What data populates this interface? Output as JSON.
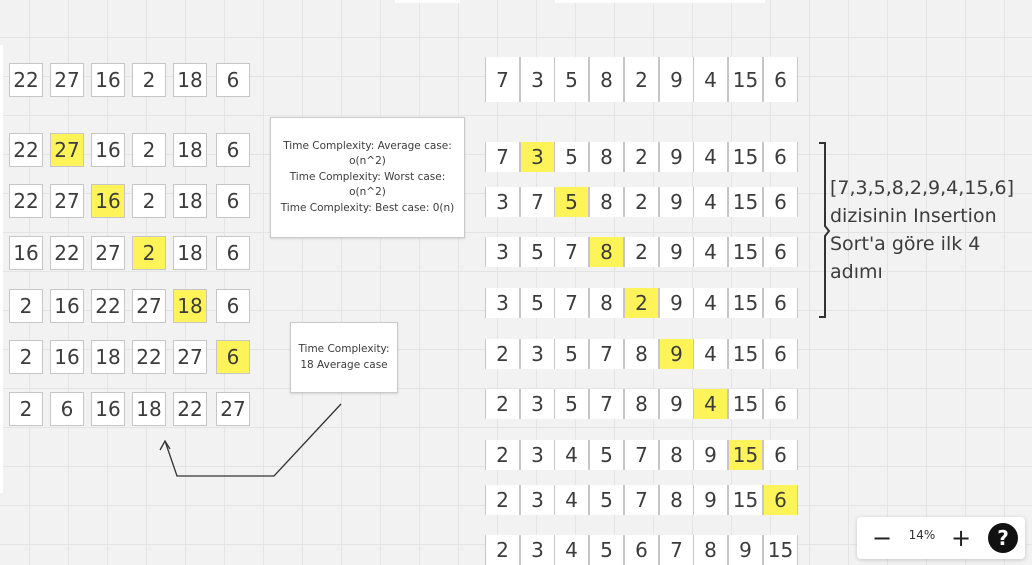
{
  "highlight_color": "#fef45a",
  "left_steps": {
    "rows": [
      {
        "cells": [
          "22",
          "27",
          "16",
          "2",
          "18",
          "6"
        ],
        "highlight": -1
      },
      {
        "cells": [
          "22",
          "27",
          "16",
          "2",
          "18",
          "6"
        ],
        "highlight": 1
      },
      {
        "cells": [
          "22",
          "27",
          "16",
          "2",
          "18",
          "6"
        ],
        "highlight": 2
      },
      {
        "cells": [
          "16",
          "22",
          "27",
          "2",
          "18",
          "6"
        ],
        "highlight": 3
      },
      {
        "cells": [
          "2",
          "16",
          "22",
          "27",
          "18",
          "6"
        ],
        "highlight": 4
      },
      {
        "cells": [
          "2",
          "16",
          "18",
          "22",
          "27",
          "6"
        ],
        "highlight": 5
      },
      {
        "cells": [
          "2",
          "6",
          "16",
          "18",
          "22",
          "27"
        ],
        "highlight": -1
      }
    ]
  },
  "right_steps": {
    "rows": [
      {
        "cells": [
          "7",
          "3",
          "5",
          "8",
          "2",
          "9",
          "4",
          "15",
          "6"
        ],
        "highlight": -1
      },
      {
        "cells": [
          "7",
          "3",
          "5",
          "8",
          "2",
          "9",
          "4",
          "15",
          "6"
        ],
        "highlight": 1
      },
      {
        "cells": [
          "3",
          "7",
          "5",
          "8",
          "2",
          "9",
          "4",
          "15",
          "6"
        ],
        "highlight": 2
      },
      {
        "cells": [
          "3",
          "5",
          "7",
          "8",
          "2",
          "9",
          "4",
          "15",
          "6"
        ],
        "highlight": 3
      },
      {
        "cells": [
          "3",
          "5",
          "7",
          "8",
          "2",
          "9",
          "4",
          "15",
          "6"
        ],
        "highlight": 4
      },
      {
        "cells": [
          "2",
          "3",
          "5",
          "7",
          "8",
          "9",
          "4",
          "15",
          "6"
        ],
        "highlight": 5
      },
      {
        "cells": [
          "2",
          "3",
          "5",
          "7",
          "8",
          "9",
          "4",
          "15",
          "6"
        ],
        "highlight": 6
      },
      {
        "cells": [
          "2",
          "3",
          "4",
          "5",
          "7",
          "8",
          "9",
          "15",
          "6"
        ],
        "highlight": 7
      },
      {
        "cells": [
          "2",
          "3",
          "4",
          "5",
          "7",
          "8",
          "9",
          "15",
          "6"
        ],
        "highlight": 8
      },
      {
        "cells": [
          "2",
          "3",
          "4",
          "5",
          "6",
          "7",
          "8",
          "9",
          "15"
        ],
        "highlight": -1
      }
    ]
  },
  "notes": {
    "complexity_main": "Time Complexity: Average case: o(n^2)\nTime Complexity: Worst case: o(n^2)\nTime Complexity: Best case: 0(n)",
    "complexity_small": "Time Complexity:\n18 Average case"
  },
  "caption": "[7,3,5,8,2,9,4,15,6]\ndizisinin Insertion\nSort'a göre ilk 4\nadımı",
  "zoom": {
    "level": "14%",
    "minus_icon": "minus-icon",
    "plus_icon": "plus-icon",
    "help_label": "?"
  }
}
